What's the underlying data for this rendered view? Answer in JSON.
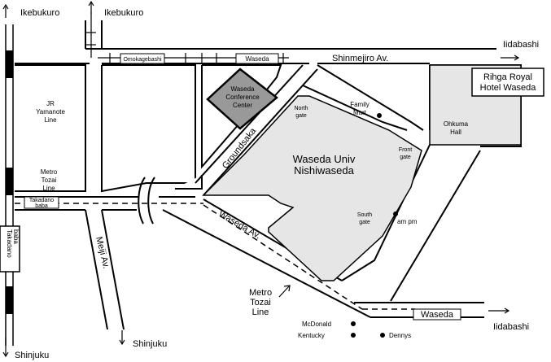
{
  "colors": {
    "background": "#ffffff",
    "ink": "#000000",
    "campus": "#e6e6e6",
    "conference_center": "#999999"
  },
  "icons": {
    "station": "rect-station",
    "store": "dot-marker",
    "direction": "arrow"
  },
  "labels": {
    "ikebukuro_left": "Ikebukuro",
    "ikebukuro_mid": "Ikebukuro",
    "iidabashi_top": "Iidabashi",
    "iidabashi_bottom": "Iidabashi",
    "shinjuku_bottom": "Shinjuku",
    "shinjuku_mid": "Shinjuku",
    "shinmejiro_av": "Shinmejiro Av.",
    "waseda_av": "Waseda Av.",
    "meiji_av": "Meiji Av.",
    "groundsaka": "Groundsaka",
    "jr_line": [
      "JR",
      "Yamanote",
      "Line"
    ],
    "metro_tozai_line": [
      "Metro",
      "Tozai",
      "Line"
    ],
    "metro_tozai_line_2": [
      "Metro",
      "Tozai",
      "Line"
    ],
    "campus": [
      "Waseda Univ",
      "Nishiwaseda"
    ],
    "conference_center": [
      "Waseda",
      "Conference",
      "Center"
    ],
    "north_gate": [
      "North",
      "gate"
    ],
    "front_gate": [
      "Front",
      "gate"
    ],
    "south_gate": [
      "South",
      "gate"
    ],
    "family_mart": [
      "Family",
      "Mart"
    ],
    "ampm": "am pm",
    "ohkuma_hall": [
      "Ohkuma",
      "Hall"
    ],
    "rihga": [
      "Rihga Royal",
      "Hotel Waseda"
    ],
    "mcdonald": "McDonald",
    "kentucky": "Kentucky",
    "dennys": "Dennys"
  },
  "stations": {
    "omokagebashi": "Omokagebashi",
    "waseda_tram": "Waseda",
    "takadanobaba_metro": [
      "Takadano",
      "baba"
    ],
    "takadanobaba_jr": [
      "Takadano",
      "baba"
    ],
    "waseda_metro": "Waseda"
  }
}
